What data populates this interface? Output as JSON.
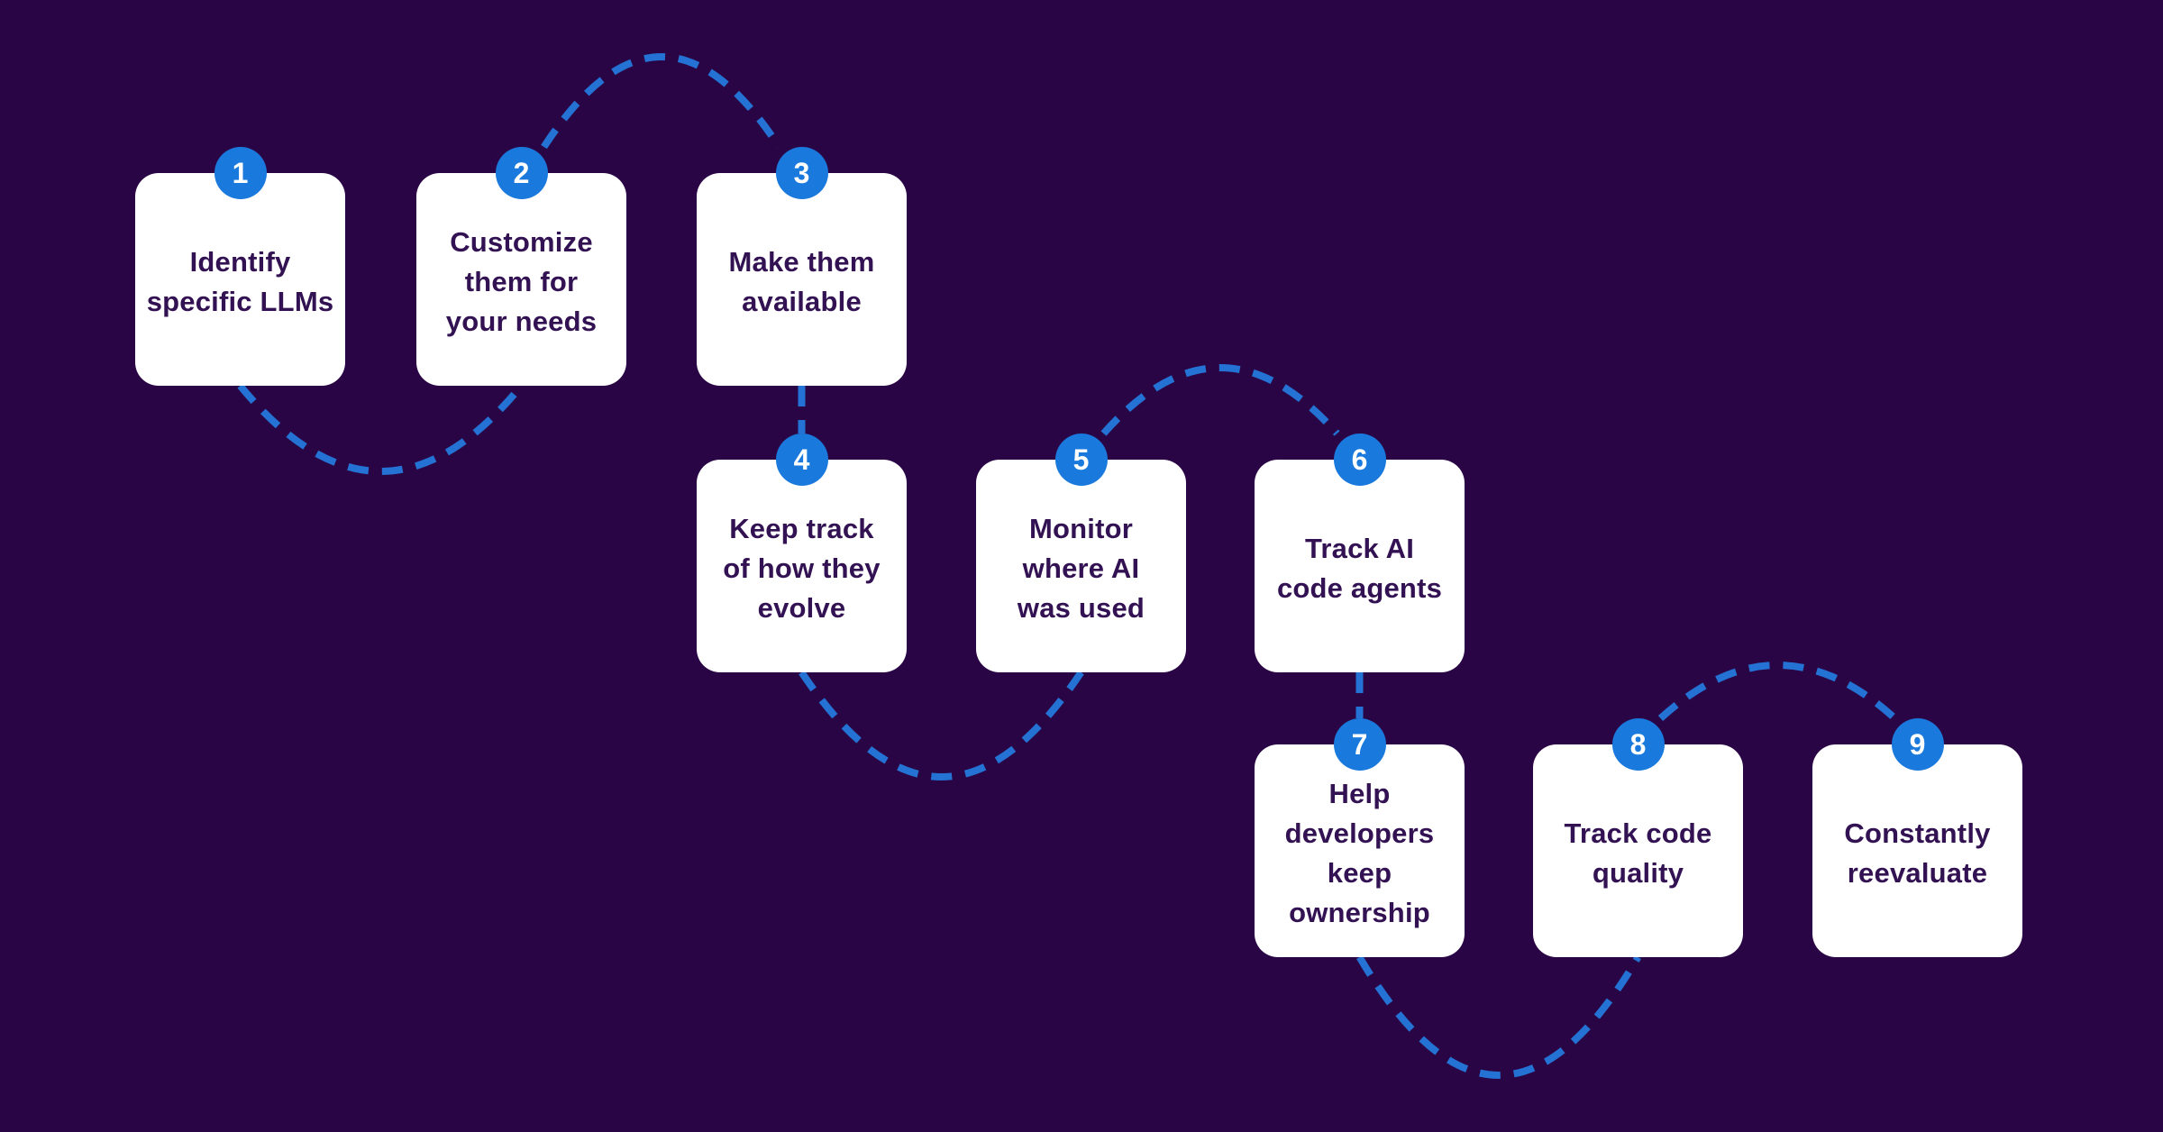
{
  "diagram": {
    "steps": [
      {
        "number": "1",
        "lines": [
          "Identify",
          "specific LLMs"
        ]
      },
      {
        "number": "2",
        "lines": [
          "Customize",
          "them for",
          "your needs"
        ]
      },
      {
        "number": "3",
        "lines": [
          "Make them",
          "available"
        ]
      },
      {
        "number": "4",
        "lines": [
          "Keep track",
          "of how they",
          "evolve"
        ]
      },
      {
        "number": "5",
        "lines": [
          "Monitor",
          "where AI",
          "was used"
        ]
      },
      {
        "number": "6",
        "lines": [
          "Track AI",
          "code agents"
        ]
      },
      {
        "number": "7",
        "lines": [
          "Help",
          "developers",
          "keep",
          "ownership"
        ]
      },
      {
        "number": "8",
        "lines": [
          "Track code",
          "quality"
        ]
      },
      {
        "number": "9",
        "lines": [
          "Constantly",
          "reevaluate"
        ]
      }
    ],
    "connections": [
      {
        "from": 1,
        "to": 2,
        "shape": "dip-below"
      },
      {
        "from": 2,
        "to": 3,
        "shape": "arc-above"
      },
      {
        "from": 3,
        "to": 4,
        "shape": "straight-down"
      },
      {
        "from": 4,
        "to": 5,
        "shape": "dip-below"
      },
      {
        "from": 5,
        "to": 6,
        "shape": "arc-above"
      },
      {
        "from": 6,
        "to": 7,
        "shape": "straight-down"
      },
      {
        "from": 7,
        "to": 8,
        "shape": "dip-below"
      },
      {
        "from": 8,
        "to": 9,
        "shape": "arc-above"
      }
    ],
    "colors": {
      "background": "#2a0545",
      "card": "#ffffff",
      "text": "#331253",
      "badge": "#1a79dd",
      "connector": "#2372d4"
    }
  }
}
